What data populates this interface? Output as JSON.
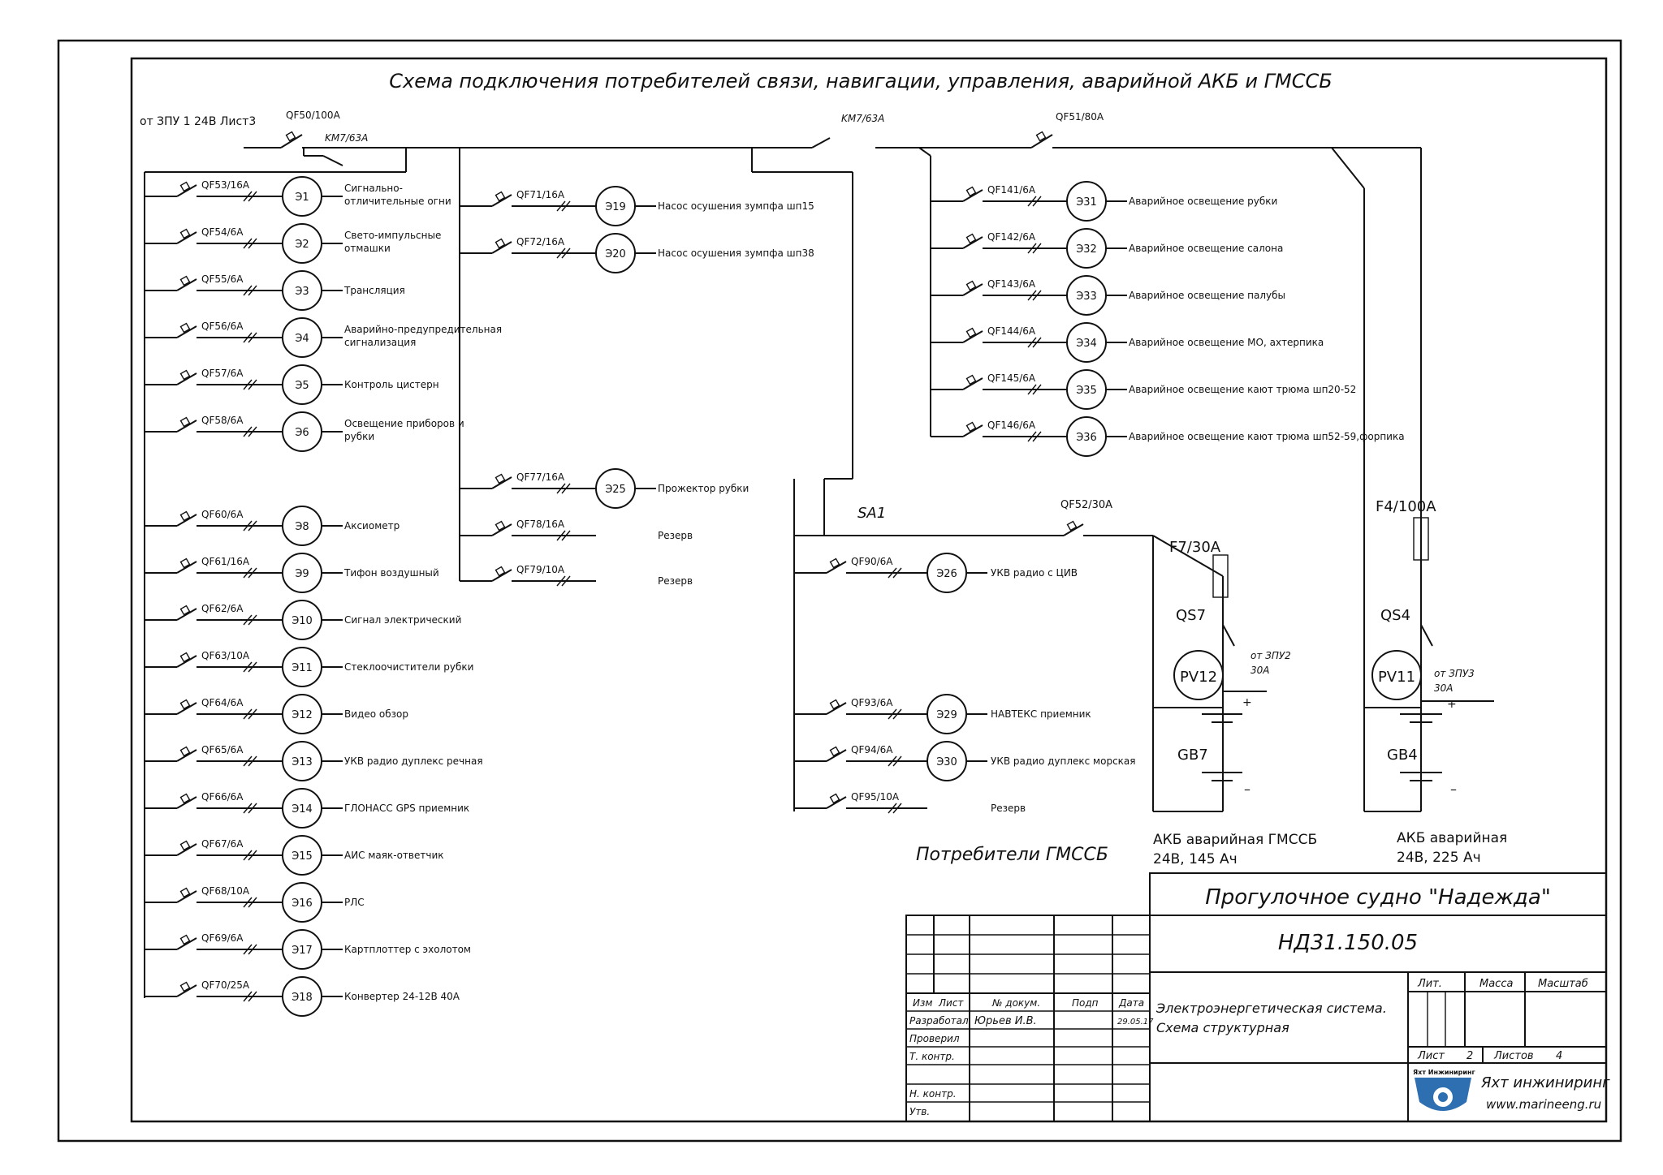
{
  "title": "Схема подключения потребителей связи, навигации, управления, аварийной АКБ и ГМССБ",
  "source_label": "от ЗПУ 1 24В Лист3",
  "main": {
    "qf50": "QF50/100A",
    "km7_left": "KM7/63A",
    "km7_mid": "KM7/63A",
    "qf51": "QF51/80A"
  },
  "left_feeders": [
    {
      "qf": "QF53/16A",
      "id": "Э1",
      "label": [
        "Сигнально-",
        "отличительные огни"
      ]
    },
    {
      "qf": "QF54/6A",
      "id": "Э2",
      "label": [
        "Свето-импульсные",
        "отмашки"
      ]
    },
    {
      "qf": "QF55/6A",
      "id": "Э3",
      "label": [
        "Трансляция"
      ]
    },
    {
      "qf": "QF56/6A",
      "id": "Э4",
      "label": [
        "Аварийно-предупредительная",
        "сигнализация"
      ]
    },
    {
      "qf": "QF57/6A",
      "id": "Э5",
      "label": [
        "Контроль цистерн"
      ]
    },
    {
      "qf": "QF58/6A",
      "id": "Э6",
      "label": [
        "Освещение приборов и",
        "рубки"
      ]
    },
    {
      "qf": "QF60/6A",
      "id": "Э8",
      "label": [
        "Аксиометр"
      ]
    },
    {
      "qf": "QF61/16A",
      "id": "Э9",
      "label": [
        "Тифон воздушный"
      ]
    },
    {
      "qf": "QF62/6A",
      "id": "Э10",
      "label": [
        "Сигнал электрический"
      ]
    },
    {
      "qf": "QF63/10A",
      "id": "Э11",
      "label": [
        "Стеклоочистители рубки"
      ]
    },
    {
      "qf": "QF64/6A",
      "id": "Э12",
      "label": [
        "Видео обзор"
      ]
    },
    {
      "qf": "QF65/6A",
      "id": "Э13",
      "label": [
        "УКВ радио дуплекс речная"
      ]
    },
    {
      "qf": "QF66/6A",
      "id": "Э14",
      "label": [
        "ГЛОНАСС GPS приемник"
      ]
    },
    {
      "qf": "QF67/6A",
      "id": "Э15",
      "label": [
        "АИС маяк-ответчик"
      ]
    },
    {
      "qf": "QF68/10A",
      "id": "Э16",
      "label": [
        "РЛС"
      ]
    },
    {
      "qf": "QF69/6A",
      "id": "Э17",
      "label": [
        "Картплоттер с эхолотом"
      ]
    },
    {
      "qf": "QF70/25A",
      "id": "Э18",
      "label": [
        "Конвертер 24-12В 40А"
      ]
    }
  ],
  "mid_feeders": [
    {
      "qf": "QF71/16A",
      "id": "Э19",
      "label": "Насос осушения зумпфа шп15"
    },
    {
      "qf": "QF72/16A",
      "id": "Э20",
      "label": "Насос осушения зумпфа шп38"
    },
    {
      "qf": "QF77/16A",
      "id": "Э25",
      "label": "Прожектор рубки"
    },
    {
      "qf": "QF78/16A",
      "id": "",
      "label": "Резерв"
    },
    {
      "qf": "QF79/10A",
      "id": "",
      "label": "Резерв"
    }
  ],
  "right_feeders": [
    {
      "qf": "QF141/6A",
      "id": "Э31",
      "label": "Аварийное освещение рубки"
    },
    {
      "qf": "QF142/6A",
      "id": "Э32",
      "label": "Аварийное освещение салона"
    },
    {
      "qf": "QF143/6A",
      "id": "Э33",
      "label": "Аварийное освещение палубы"
    },
    {
      "qf": "QF144/6A",
      "id": "Э34",
      "label": "Аварийное освещение МО, ахтерпика"
    },
    {
      "qf": "QF145/6A",
      "id": "Э35",
      "label": "Аварийное освещение кают трюма шп20-52"
    },
    {
      "qf": "QF146/6A",
      "id": "Э36",
      "label": "Аварийное освещение кают трюма шп52-59,форпика"
    }
  ],
  "gmssb": {
    "sa1": "SA1",
    "qf52": "QF52/30A",
    "feeders": [
      {
        "qf": "QF90/6A",
        "id": "Э26",
        "label": "УКВ радио с ЦИВ"
      },
      {
        "qf": "QF93/6A",
        "id": "Э29",
        "label": "НАВТЕКС приемник"
      },
      {
        "qf": "QF94/6A",
        "id": "Э30",
        "label": "УКВ радио дуплекс морская"
      },
      {
        "qf": "QF95/10A",
        "id": "",
        "label": "Резерв"
      }
    ],
    "caption": "Потребители ГМССБ"
  },
  "battery7": {
    "fuse": "F7/30A",
    "switch": "QS7",
    "meter": "PV12",
    "feed": [
      "от ЗПУ2",
      "30А"
    ],
    "plus": "+",
    "minus": "–",
    "name": "GB7",
    "caption": [
      "АКБ аварийная ГМССБ",
      "24В, 145 Ач"
    ]
  },
  "battery4": {
    "fuse": "F4/100A",
    "switch": "QS4",
    "meter": "PV11",
    "feed": [
      "от ЗПУ3",
      "30А"
    ],
    "plus": "+",
    "minus": "–",
    "name": "GB4",
    "caption": [
      "АКБ аварийная",
      "24В, 225 Ач"
    ]
  },
  "title_block": {
    "vessel": "Прогулочное судно \"Надежда\"",
    "doc_code": "НД31.150.05",
    "doc_title": [
      "Электроэнергетическая система.",
      "Схема структурная"
    ],
    "hdr": [
      "Изм",
      "Лист",
      "№ докум.",
      "Подп",
      "Дата"
    ],
    "roles": [
      "Разработал",
      "Проверил",
      "Т. контр.",
      "Н. контр.",
      "Утв."
    ],
    "developer": "Юрьев И.В.",
    "date": "29.05.17",
    "lit": "Лит.",
    "mass": "Масса",
    "scale": "Масштаб",
    "sheet_lbl": "Лист",
    "sheet_no": "2",
    "sheets_lbl": "Листов",
    "sheets_no": "4",
    "logo_text": "Яхт Инжиниринг",
    "company": "Яхт инжиниринг",
    "website": "www.marineeng.ru"
  },
  "colors": {
    "ink": "#111111",
    "logo": "#2d6fb0"
  }
}
